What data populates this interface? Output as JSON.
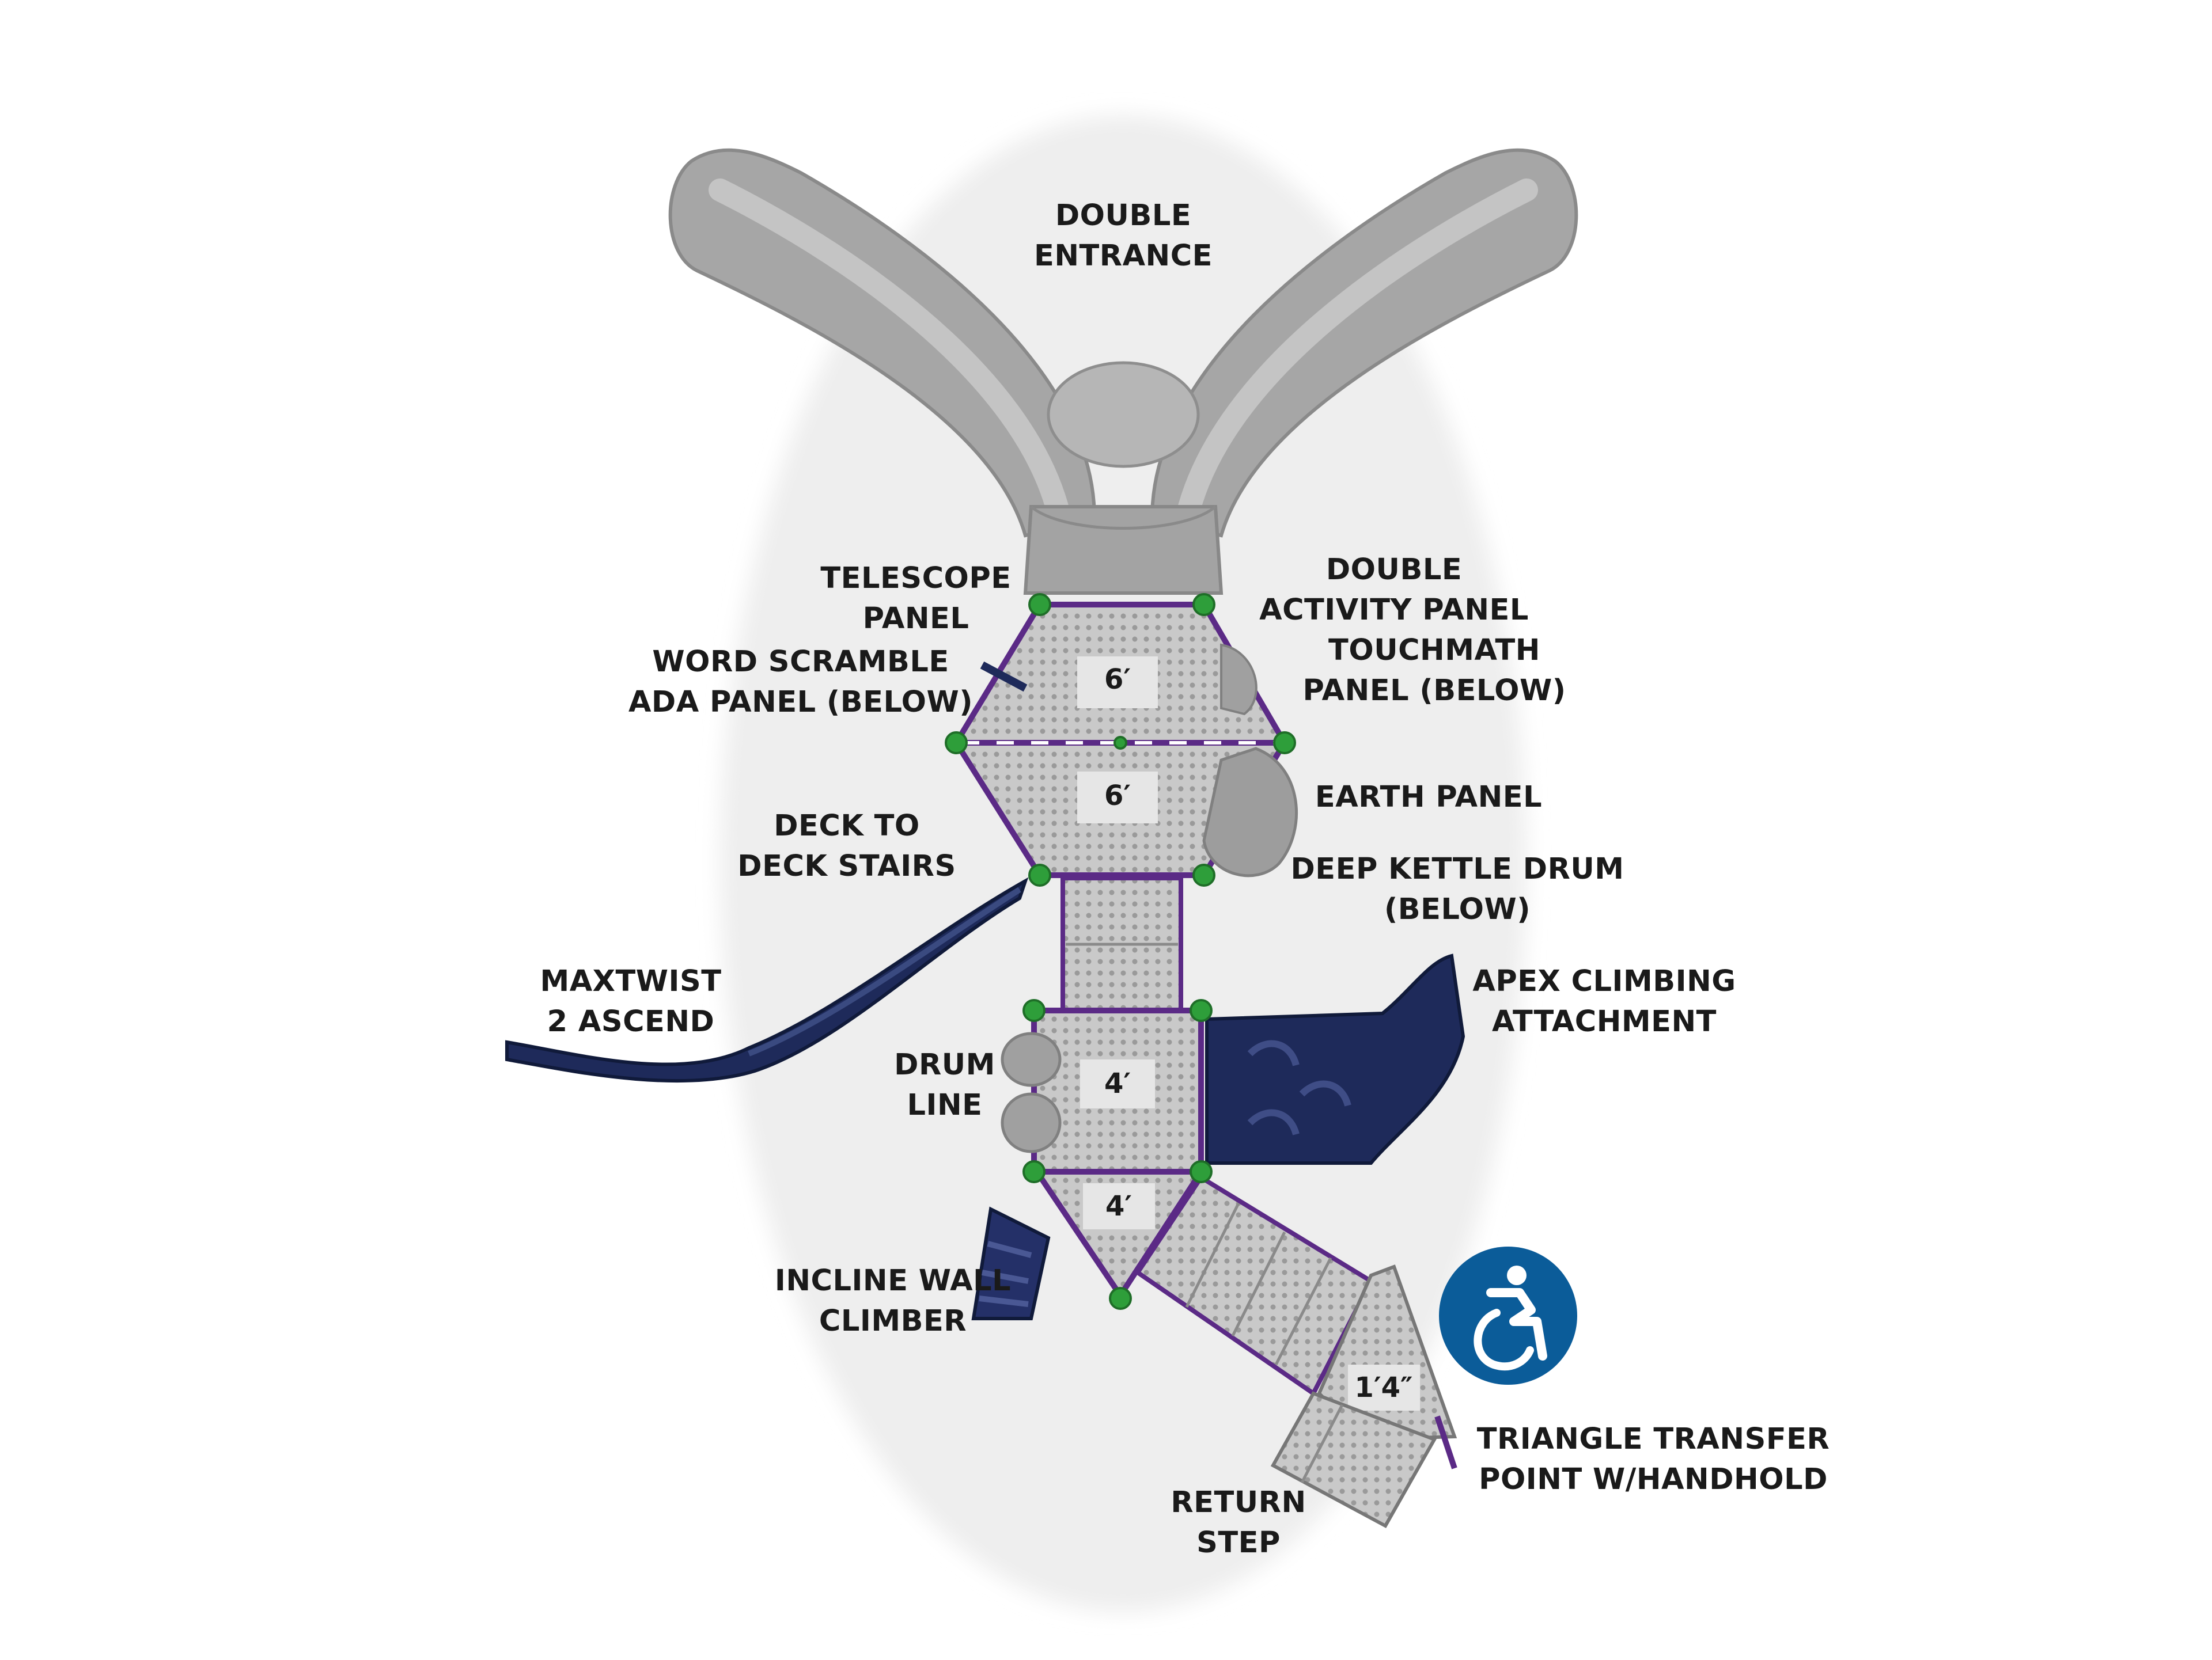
{
  "colors": {
    "slide_gray": "#a8a8a8",
    "deck_gray": "#c4c4c4",
    "navy": "#1e2a5a",
    "purple_frame": "#5b2a86",
    "post_green": "#2e9e3a",
    "ada_blue": "#0b5c99",
    "label_text": "#1a1a1a"
  },
  "labels": {
    "double_entrance": [
      "DOUBLE",
      "ENTRANCE"
    ],
    "telescope_panel": [
      "TELESCOPE",
      "PANEL"
    ],
    "word_scramble": [
      "WORD SCRAMBLE",
      "ADA PANEL (BELOW)"
    ],
    "double_activity": [
      "DOUBLE",
      "ACTIVITY PANEL"
    ],
    "touchmath": [
      "TOUCHMATH",
      "PANEL (BELOW)"
    ],
    "earth_panel": [
      "EARTH PANEL"
    ],
    "deck_stairs": [
      "DECK TO",
      "DECK STAIRS"
    ],
    "deep_kettle": [
      "DEEP KETTLE DRUM",
      "(BELOW)"
    ],
    "maxtwist": [
      "MAXTWIST",
      "2 ASCEND"
    ],
    "apex": [
      "APEX CLIMBING",
      "ATTACHMENT"
    ],
    "drum_line": [
      "DRUM",
      "LINE"
    ],
    "incline_wall": [
      "INCLINE WALL",
      "CLIMBER"
    ],
    "triangle_transfer": [
      "TRIANGLE TRANSFER",
      "POINT W/HANDHOLD"
    ],
    "return_step": [
      "RETURN",
      "STEP"
    ]
  },
  "deck_heights": {
    "upper_1": "6′",
    "upper_2": "6′",
    "middle_1": "4′",
    "middle_2": "4′",
    "transfer": "1′4″"
  },
  "icons": {
    "ada": "wheelchair-accessibility-icon"
  }
}
